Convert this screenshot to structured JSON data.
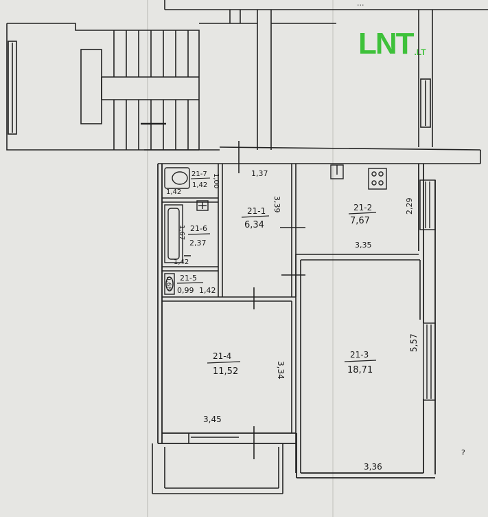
{
  "top_text": "...",
  "logo": {
    "main": "LNT",
    "sub": ".LT"
  },
  "rooms": [
    {
      "id": "21-1",
      "area": "6,34"
    },
    {
      "id": "21-2",
      "area": "7,67"
    },
    {
      "id": "21-3",
      "area": "18,71"
    },
    {
      "id": "21-4",
      "area": "11,52"
    },
    {
      "id": "21-5",
      "area": "0,99"
    },
    {
      "id": "21-6",
      "area": "2,37"
    },
    {
      "id": "21-7",
      "area": "1,42"
    }
  ],
  "dimensions": {
    "d_137": "1,37",
    "d_339": "3,39",
    "d_229": "2,29",
    "d_335": "3,35",
    "d_557": "5,57",
    "d_334": "3,34",
    "d_345": "3,45",
    "d_336": "3,36",
    "d_142a": "1,42",
    "d_100": "1,00",
    "d_167": "1,67",
    "d_142b": "1,42",
    "d_068": "0,68",
    "d_142c": "1,42"
  }
}
